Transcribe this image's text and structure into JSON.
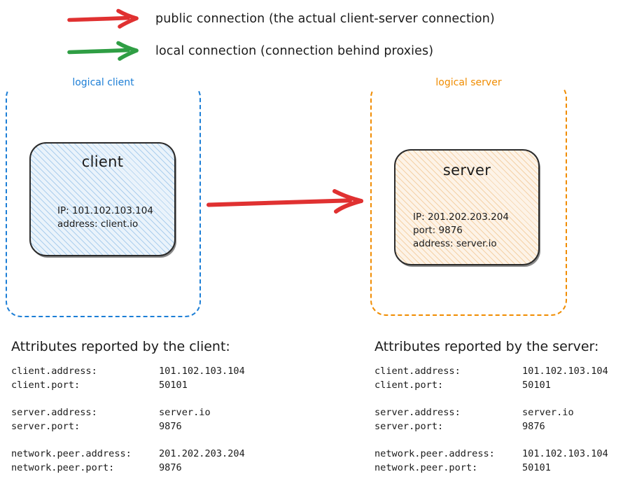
{
  "legend": {
    "items": [
      {
        "icon": "red-right-arrow-icon",
        "color": "#e03131",
        "label": "public connection (the actual client-server connection)"
      },
      {
        "icon": "green-right-arrow-icon",
        "color": "#2f9e44",
        "label": "local connection (connection behind proxies)"
      }
    ]
  },
  "diagram": {
    "logical_client": {
      "title": "logical client",
      "border_color": "#1c7ed6",
      "node": {
        "title": "client",
        "fill_color": "#eaf3fb",
        "lines": [
          "IP: 101.102.103.104",
          "address: client.io"
        ]
      }
    },
    "logical_server": {
      "title": "logical server",
      "border_color": "#f08c00",
      "node": {
        "title": "server",
        "fill_color": "#fdf3e7",
        "lines": [
          "IP: 201.202.203.204",
          "port: 9876",
          "address: server.io"
        ]
      }
    },
    "connection_arrow": {
      "icon": "red-right-arrow-icon",
      "color": "#e03131",
      "from": "client",
      "to": "server"
    }
  },
  "attributes_client": {
    "heading": "Attributes reported by the client:",
    "groups": [
      {
        "rows": [
          {
            "key": "client.address:",
            "value": "101.102.103.104"
          },
          {
            "key": "client.port:",
            "value": "50101"
          }
        ]
      },
      {
        "rows": [
          {
            "key": "server.address:",
            "value": "server.io"
          },
          {
            "key": "server.port:",
            "value": "9876"
          }
        ]
      },
      {
        "rows": [
          {
            "key": "network.peer.address:",
            "value": "201.202.203.204"
          },
          {
            "key": "network.peer.port:",
            "value": "9876"
          }
        ]
      }
    ]
  },
  "attributes_server": {
    "heading": "Attributes reported by the server:",
    "groups": [
      {
        "rows": [
          {
            "key": "client.address:",
            "value": "101.102.103.104"
          },
          {
            "key": "client.port:",
            "value": "50101"
          }
        ]
      },
      {
        "rows": [
          {
            "key": "server.address:",
            "value": "server.io"
          },
          {
            "key": "server.port:",
            "value": "9876"
          }
        ]
      },
      {
        "rows": [
          {
            "key": "network.peer.address:",
            "value": "101.102.103.104"
          },
          {
            "key": "network.peer.port:",
            "value": "50101"
          }
        ]
      }
    ]
  }
}
